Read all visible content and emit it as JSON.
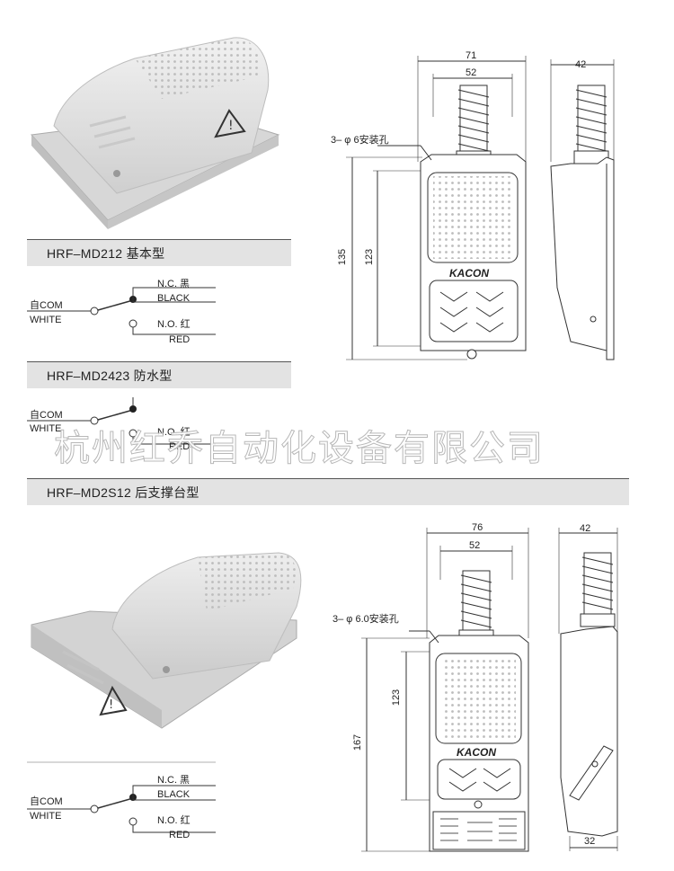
{
  "sections": [
    {
      "title": "HRF–MD212 基本型",
      "wiring": {
        "com": "自COM",
        "white": "WHITE",
        "nc": "N.C. 黑",
        "black": "BLACK",
        "no": "N.O. 红",
        "red": "RED"
      }
    },
    {
      "title": "HRF–MD2423 防水型",
      "wiring": {
        "com": "自COM",
        "white": "WHITE",
        "no": "N.O. 红",
        "red": "RED"
      }
    },
    {
      "title": "HRF–MD2S12 后支撑台型",
      "wiring": {
        "com": "自COM",
        "white": "WHITE",
        "nc": "N.C. 黑",
        "black": "BLACK",
        "no": "N.O. 红",
        "red": "RED"
      }
    }
  ],
  "drawing1": {
    "width_outer": "71",
    "width_inner": "52",
    "height_total": "135",
    "height_inner": "123",
    "side_depth": "42",
    "hole_note": "3– φ 6安装孔",
    "brand": "KACON"
  },
  "drawing2": {
    "width_outer": "76",
    "width_inner": "52",
    "height_total": "167",
    "height_inner": "123",
    "side_depth": "42",
    "side_bottom": "32",
    "hole_note": "3– φ 6.0安装孔",
    "brand": "KACON"
  },
  "watermark": "杭州红乔自动化设备有限公司"
}
